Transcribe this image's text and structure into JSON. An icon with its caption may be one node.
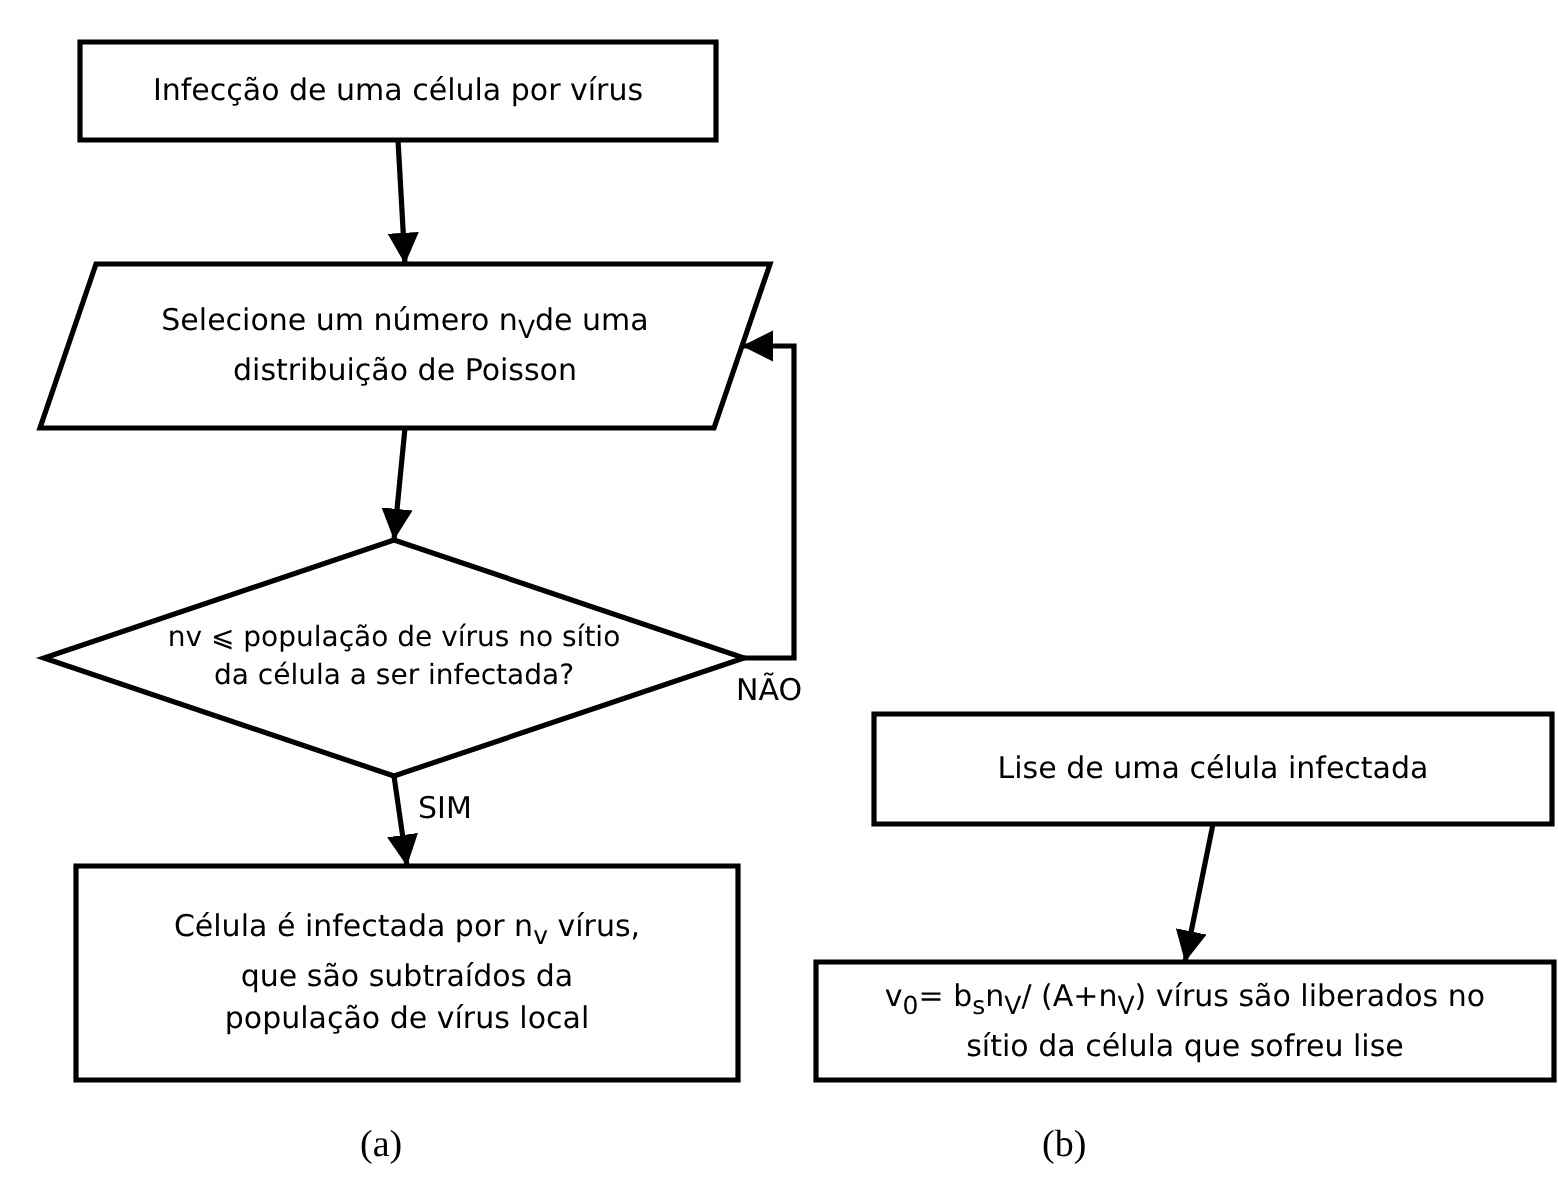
{
  "diagram": {
    "nodes": [
      {
        "text": [
          "Infecção de uma célula por vírus"
        ]
      },
      {
        "text": [
          "Selecione um número n$_{V}$de uma distribuição de Poisson"
        ]
      },
      {
        "text": [
          "nv ⩽ população de vírus no sítio da célula a ser infectada?"
        ]
      },
      {
        "text": [
          "Célula é infectada por n$_{v}$ vírus, que são subtraídos da população de vírus local"
        ]
      },
      {
        "text": [
          "Lise de uma célula infectada"
        ]
      },
      {
        "text": [
          "v$_{0}$= b$_{s}$n$_{V}$/ (A+n$_{V}$) vírus são liberados no sítio da célula que sofreu lise"
        ]
      }
    ],
    "edges": [
      {
        "from": 0,
        "to": 1,
        "arrow": "to"
      },
      {
        "from": 1,
        "to": 2,
        "arrow": "to"
      },
      {
        "from": 2,
        "to": 1,
        "arrow": "to",
        "label": "NÃO"
      },
      {
        "from": 2,
        "to": 3,
        "arrow": "to",
        "label": "SIM"
      },
      {
        "from": 4,
        "to": 5,
        "arrow": "to"
      }
    ],
    "labels": [
      "(a)",
      "(b)"
    ]
  }
}
